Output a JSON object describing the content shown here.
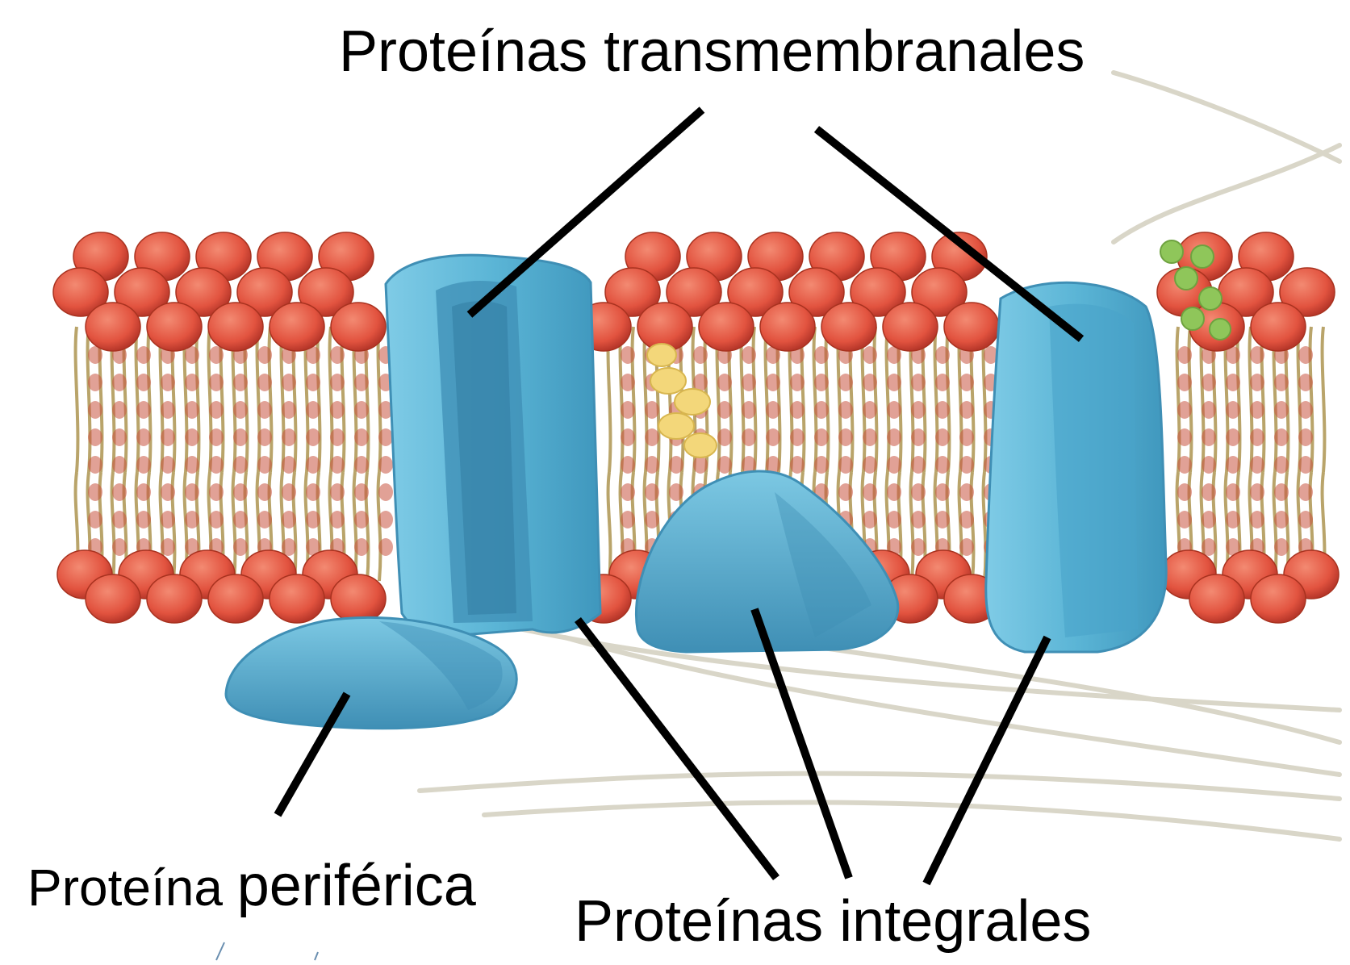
{
  "labels": {
    "transmembrane": "Proteínas transmembranales",
    "peripheral_a": "Proteína",
    "peripheral_b": "periférica",
    "integral": "Proteínas integrales"
  },
  "colors": {
    "phospholipid_head": "#e2533f",
    "phospholipid_tail": "#b9a46a",
    "protein": "#5bb5d6",
    "protein_dark": "#3f8fb5",
    "cholesterol": "#f3d77a",
    "glycolipid": "#8fc65a",
    "pointer": "#000000",
    "cytoskeleton": "#d9d6c8"
  }
}
